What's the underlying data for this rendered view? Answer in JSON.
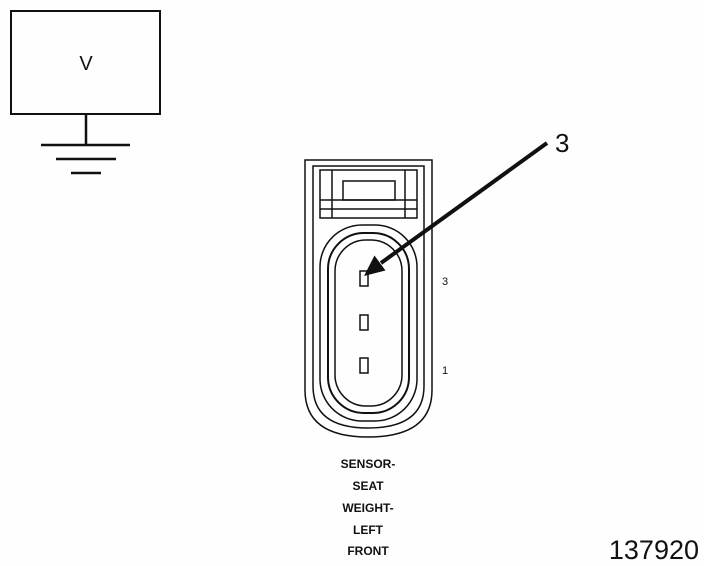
{
  "meter": {
    "symbol": "V"
  },
  "callout": {
    "label": "3"
  },
  "pins": {
    "top_label": "3",
    "bottom_label": "1",
    "cavity_count": 3
  },
  "caption": {
    "lines": [
      "SENSOR-",
      "SEAT",
      "WEIGHT-",
      "LEFT",
      "FRONT"
    ]
  },
  "figure_number": "137920",
  "colors": {
    "line": "#111111",
    "background": "#fefefe"
  }
}
